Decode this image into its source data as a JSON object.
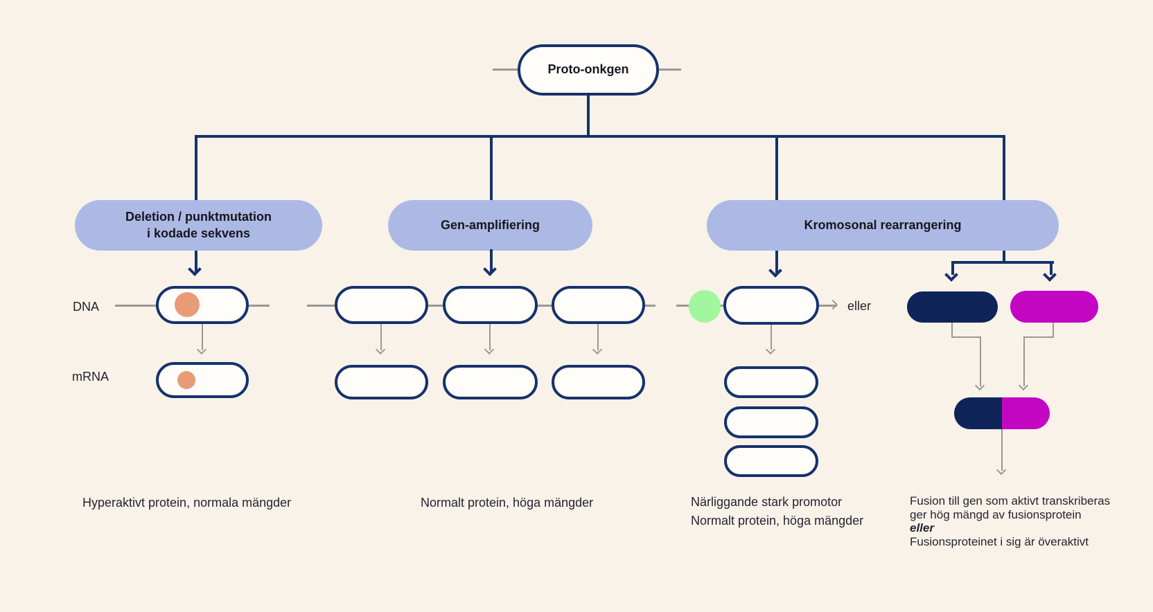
{
  "root_label": "Proto-onkgen",
  "axis_labels": {
    "dna": "DNA",
    "mrna": "mRNA"
  },
  "branch1": {
    "title_line1": "Deletion / punktmutation",
    "title_line2": "i kodade sekvens",
    "caption": "Hyperaktivt protein, normala mängder"
  },
  "branch2": {
    "title": "Gen-amplifiering",
    "caption": "Normalt protein, höga mängder"
  },
  "branch3": {
    "title": "Kromosonal rearrangering",
    "or_label": "eller",
    "caption_line1": "Närliggande stark promotor",
    "caption_line2": "Normalt protein, höga mängder"
  },
  "branch4": {
    "caption_line1": "Fusion till gen som aktivt transkriberas",
    "caption_line2": "ger hög mängd av fusionsprotein",
    "caption_line3_emphasis": "eller",
    "caption_line4": "Fusionsproteinet i sig är överaktivt"
  },
  "colors": {
    "background": "#f8f2e9",
    "navy_line": "#16326b",
    "navy_gene": "#0f2559",
    "purple_branch": "#adb9e5",
    "magenta_gene": "#c307c3",
    "green_promoter": "#a2f69d",
    "orange_mutation": "#e99b77",
    "gray_line": "#9a9896",
    "text": "#24242e"
  }
}
